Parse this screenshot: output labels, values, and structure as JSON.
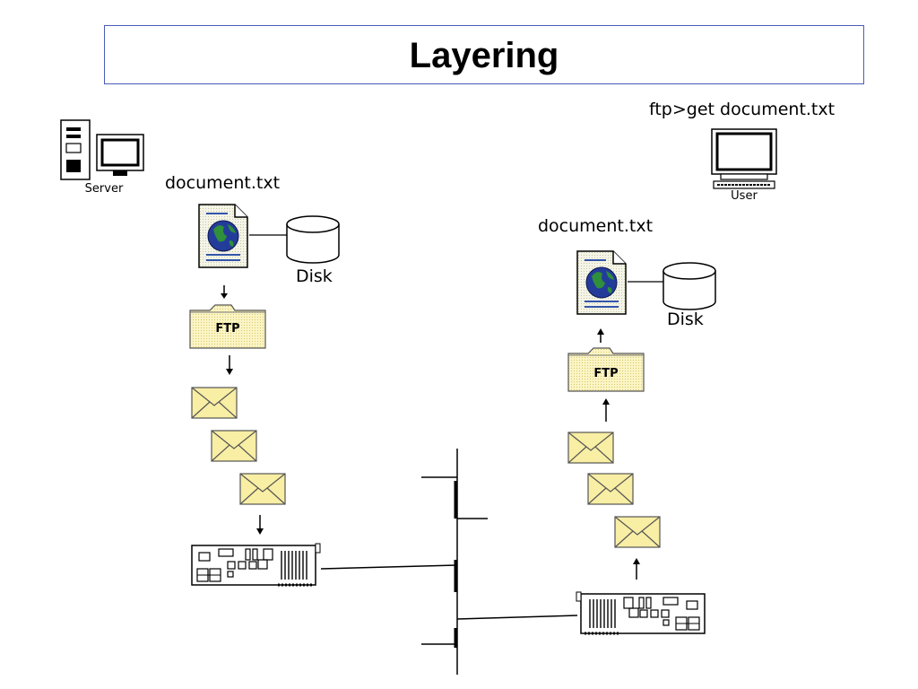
{
  "slide": {
    "title": "Layering"
  },
  "server_side": {
    "computer_label": "Server",
    "file_label": "document.txt",
    "storage_label": "Disk",
    "folder_label": "FTP"
  },
  "client_side": {
    "command": "ftp>get document.txt",
    "computer_label": "User",
    "file_label": "document.txt",
    "storage_label": "Disk",
    "folder_label": "FTP"
  }
}
